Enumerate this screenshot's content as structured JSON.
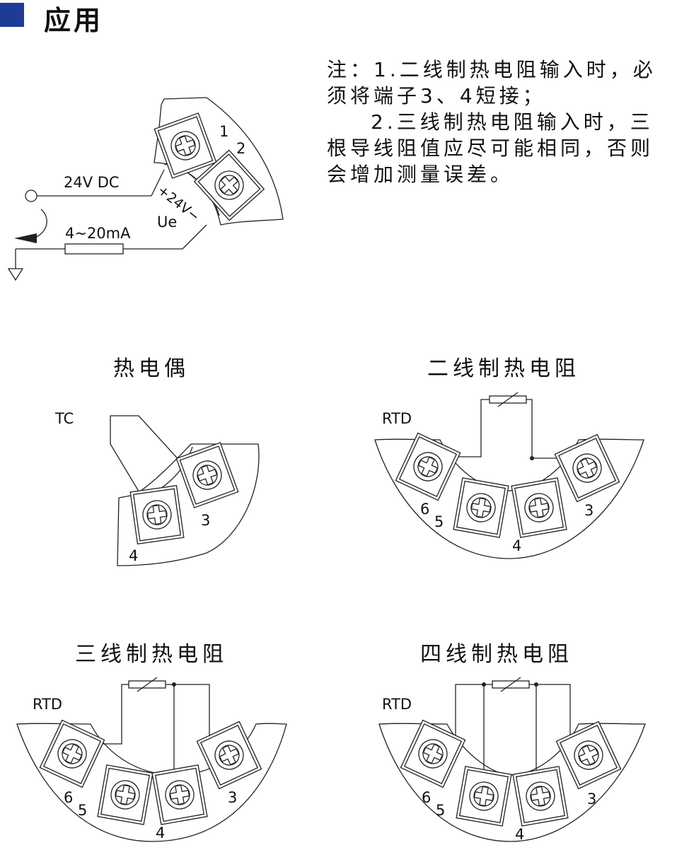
{
  "colors": {
    "accent": "#1e3c96",
    "line": "#222222"
  },
  "header": {
    "title": "应用"
  },
  "notes": {
    "line1": "注：1.二线制热电阻输入时，必",
    "line2": "须将端子3、4短接；",
    "line3": "2.三线制热电阻输入时，三",
    "line4": "根导线阻值应尽可能相同，否则",
    "line5": "会增加测量误差。"
  },
  "wiring": {
    "supply_label": "24V DC",
    "current_label": "4~20mA",
    "ue_label": "Ue",
    "plus_label": "+24V−",
    "terminal_1": "1",
    "terminal_2": "2"
  },
  "diagrams": {
    "tc": {
      "title": "热电偶",
      "sensor": "TC",
      "t3": "3",
      "t4": "4"
    },
    "rtd2": {
      "title": "二线制热电阻",
      "sensor": "RTD",
      "t6": "6",
      "t5": "5",
      "t4": "4",
      "t3": "3"
    },
    "rtd3": {
      "title": "三线制热电阻",
      "sensor": "RTD",
      "t6": "6",
      "t5": "5",
      "t4": "4",
      "t3": "3"
    },
    "rtd4": {
      "title": "四线制热电阻",
      "sensor": "RTD",
      "t6": "6",
      "t5": "5",
      "t4": "4",
      "t3": "3"
    }
  }
}
